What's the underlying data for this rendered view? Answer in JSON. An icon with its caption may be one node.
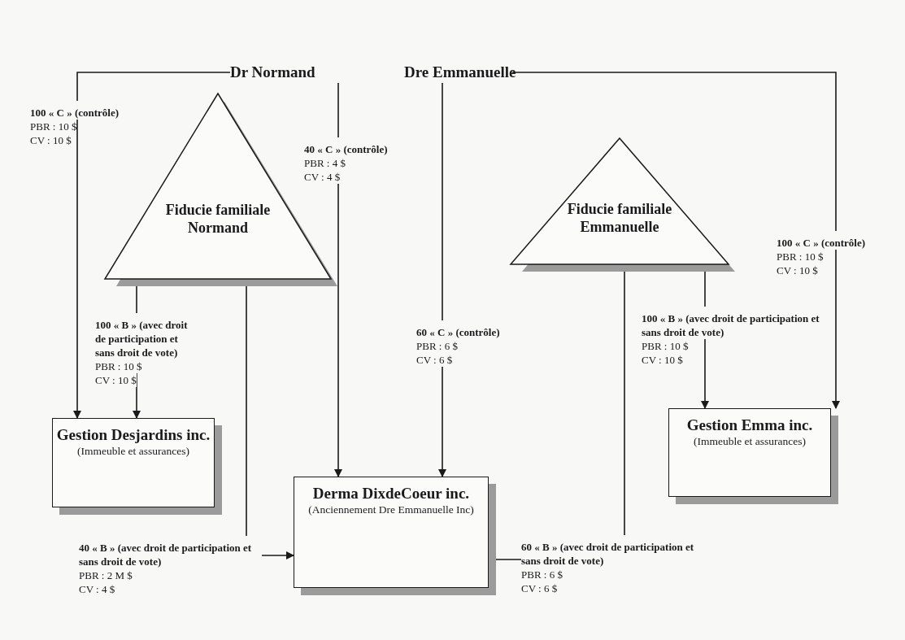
{
  "diagram": {
    "nodes": [
      {
        "text": [
          "Dr Normand"
        ]
      },
      {
        "text": [
          "Dre Emmanuelle"
        ]
      },
      {
        "text": [
          "Fiducie familiale Normand"
        ]
      },
      {
        "text": [
          "Fiducie familiale Emmanuelle"
        ]
      },
      {
        "text": [
          "Gestion Desjardins inc.",
          "(Immeuble et assurances)"
        ]
      },
      {
        "text": [
          "Derma DixdeCoeur inc.",
          "(Anciennement Dre Emmanuelle Inc)"
        ]
      },
      {
        "text": [
          "Gestion Emma inc.",
          "(Immeuble et assurances)"
        ]
      }
    ],
    "edges": [
      {
        "from": 0,
        "to": 4,
        "arrow": "to",
        "label": "100 « C » (contrôle)"
      },
      {
        "from": 0,
        "to": 5,
        "arrow": "to",
        "label": "40 « C » (contrôle)"
      },
      {
        "from": 1,
        "to": 5,
        "arrow": "to",
        "label": "60 « C » (contrôle)"
      },
      {
        "from": 1,
        "to": 6,
        "arrow": "to",
        "label": "100 « C » (contrôle)"
      },
      {
        "from": 2,
        "to": 4,
        "arrow": "to",
        "label": "100 « B » (avec droit de participation et sans droit de vote)"
      },
      {
        "from": 2,
        "to": 5,
        "arrow": "to",
        "label": "40 « B » (avec droit de participation et sans droit de vote)"
      },
      {
        "from": 3,
        "to": 5,
        "arrow": "to",
        "label": "60 « B » (avec droit de participation et sans droit de vote)"
      },
      {
        "from": 3,
        "to": 6,
        "arrow": "to",
        "label": "100 « B » (avec droit de participation et sans droit de vote)"
      }
    ],
    "labels": [
      "PBR : 10 $",
      "CV : 10 $",
      "PBR : 4 $",
      "CV : 4 $",
      "PBR : 10 $",
      "CV : 10 $",
      "PBR : 10 $",
      "CV : 10 $",
      "PBR : 10 $",
      "CV : 10 $",
      "PBR : 6 $",
      "CV : 6 $",
      "PBR : 2 M $",
      "CV : 4 $",
      "PBR : 6 $",
      "CV : 6 $"
    ]
  }
}
